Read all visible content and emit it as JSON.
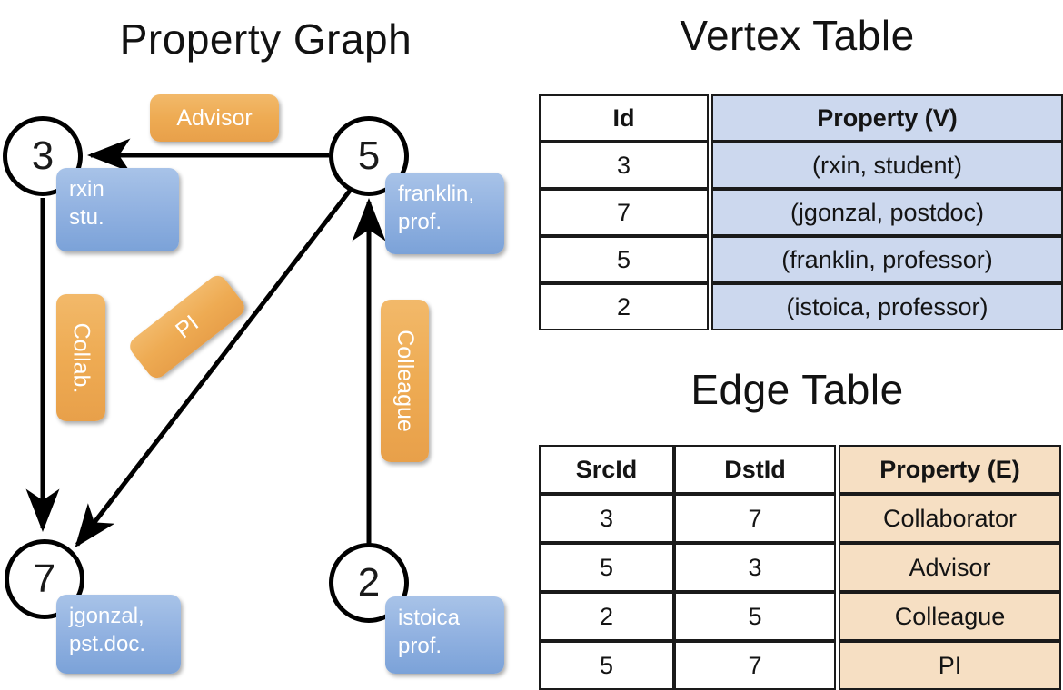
{
  "titles": {
    "property_graph": "Property Graph",
    "vertex_table": "Vertex Table",
    "edge_table": "Edge Table"
  },
  "graph": {
    "nodes": [
      {
        "id": "3",
        "property": "rxin\nstu.",
        "line1": "rxin",
        "line2": "stu."
      },
      {
        "id": "5",
        "property": "franklin, prof.",
        "line1": "franklin,",
        "line2": "prof."
      },
      {
        "id": "7",
        "property": "jgonzal, pst.doc.",
        "line1": "jgonzal,",
        "line2": "pst.doc."
      },
      {
        "id": "2",
        "property": "istoica prof.",
        "line1": "istoica",
        "line2": "prof."
      }
    ],
    "edge_labels": {
      "advisor": "Advisor",
      "collab": "Collab.",
      "pi": "PI",
      "colleague": "Colleague"
    },
    "edges": [
      {
        "src": "5",
        "dst": "3",
        "label": "Advisor"
      },
      {
        "src": "3",
        "dst": "7",
        "label": "Collab."
      },
      {
        "src": "5",
        "dst": "7",
        "label": "PI"
      },
      {
        "src": "2",
        "dst": "5",
        "label": "Colleague"
      }
    ]
  },
  "vertex_table": {
    "headers": [
      "Id",
      "Property (V)"
    ],
    "rows": [
      {
        "id": "3",
        "property": "(rxin, student)"
      },
      {
        "id": "7",
        "property": "(jgonzal, postdoc)"
      },
      {
        "id": "5",
        "property": "(franklin, professor)"
      },
      {
        "id": "2",
        "property": "(istoica, professor)"
      }
    ]
  },
  "edge_table": {
    "headers": [
      "SrcId",
      "DstId",
      "Property (E)"
    ],
    "rows": [
      {
        "src": "3",
        "dst": "7",
        "property": "Collaborator"
      },
      {
        "src": "5",
        "dst": "3",
        "property": "Advisor"
      },
      {
        "src": "2",
        "dst": "5",
        "property": "Colleague"
      },
      {
        "src": "5",
        "dst": "7",
        "property": "PI"
      }
    ]
  },
  "colors": {
    "vertex_cell": "#ccd8ee",
    "edge_cell": "#f6dfc3",
    "node_box": "#8fb0e0",
    "edge_label": "#eeab53",
    "border": "#1a1a1a"
  }
}
